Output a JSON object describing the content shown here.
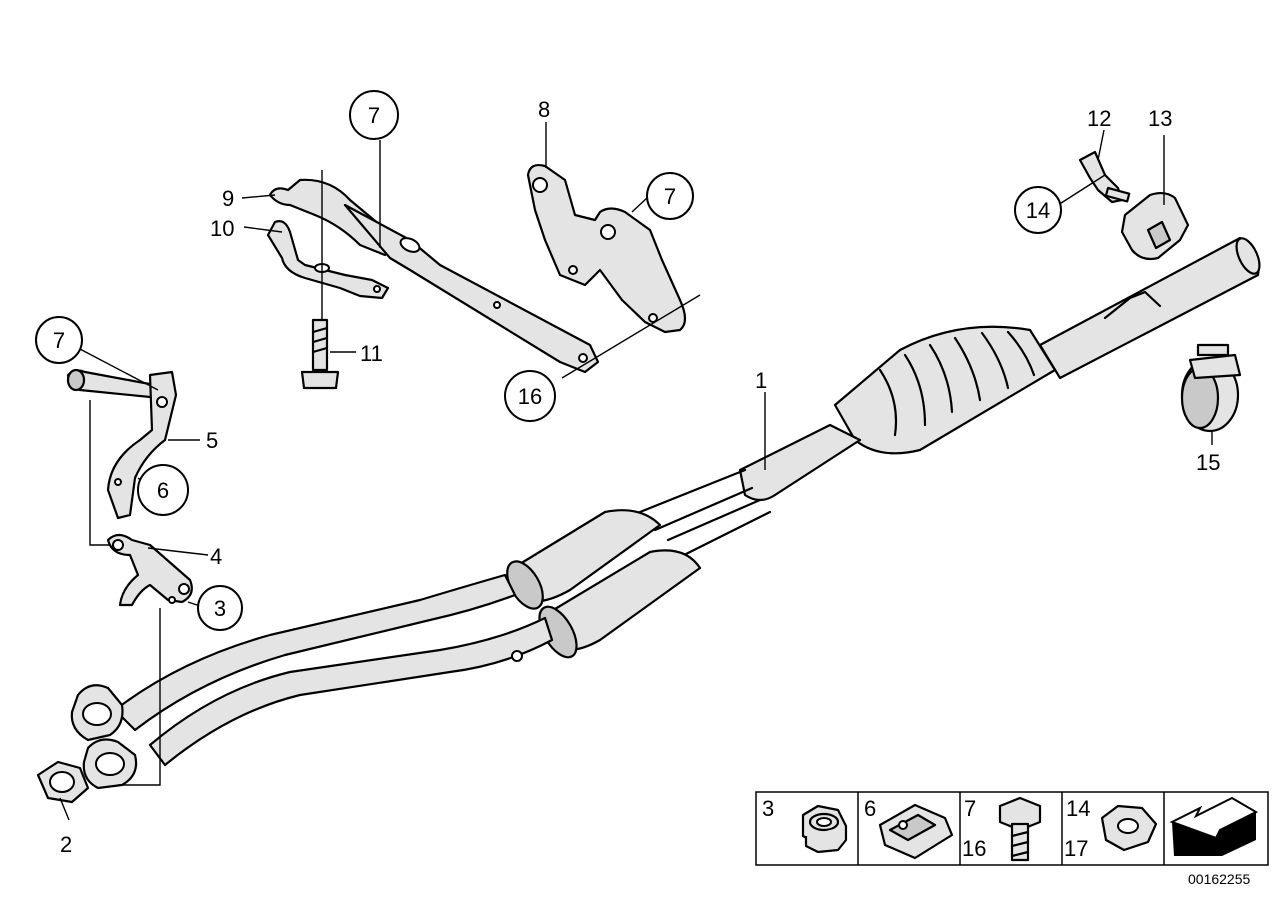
{
  "part_labels": {
    "p1": "1",
    "p2": "2",
    "p3": "3",
    "p4": "4",
    "p5": "5",
    "p6": "6",
    "p7a": "7",
    "p7b": "7",
    "p7c": "7",
    "p8": "8",
    "p9": "9",
    "p10": "10",
    "p11": "11",
    "p12": "12",
    "p13": "13",
    "p14": "14",
    "p15": "15",
    "p16": "16"
  },
  "legend": {
    "cells": [
      {
        "a": "3"
      },
      {
        "a": "6"
      },
      {
        "a": "7",
        "b": "16"
      },
      {
        "a": "14",
        "b": "17"
      }
    ]
  },
  "reference_number": "00162255"
}
